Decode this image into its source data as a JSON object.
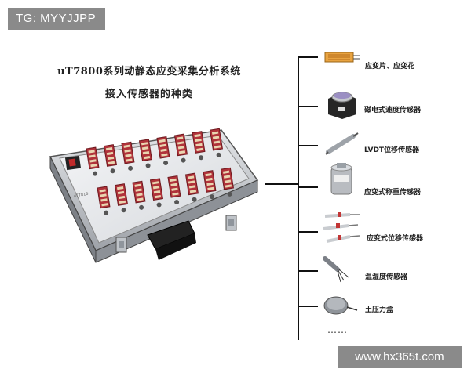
{
  "corner_tag": "TG: MYYJJPP",
  "title": {
    "line1": "uT7800系列动静态应变采集分析系统",
    "line2": "接入传感器的种类"
  },
  "sensors": [
    {
      "label": "应变片、应变花",
      "icon": "strain-gauge-icon"
    },
    {
      "label": "磁电式速度传感器",
      "icon": "velocity-sensor-icon"
    },
    {
      "label": "LVDT位移传感器",
      "icon": "lvdt-sensor-icon"
    },
    {
      "label": "应变式称重传感器",
      "icon": "load-cell-icon"
    },
    {
      "label": "应变式位移传感器",
      "icon": "displacement-sensor-icon"
    },
    {
      "label": "温湿度传感器",
      "icon": "humidity-sensor-icon"
    },
    {
      "label": "土压力盒",
      "icon": "earth-pressure-cell-icon"
    }
  ],
  "ellipsis": "……",
  "watermark": "www.hx365t.com",
  "colors": {
    "tag_bg": "#8a8a8a",
    "terminal_red": "#b0323a",
    "case_silver": "#c9ccd0",
    "line": "#111111"
  }
}
